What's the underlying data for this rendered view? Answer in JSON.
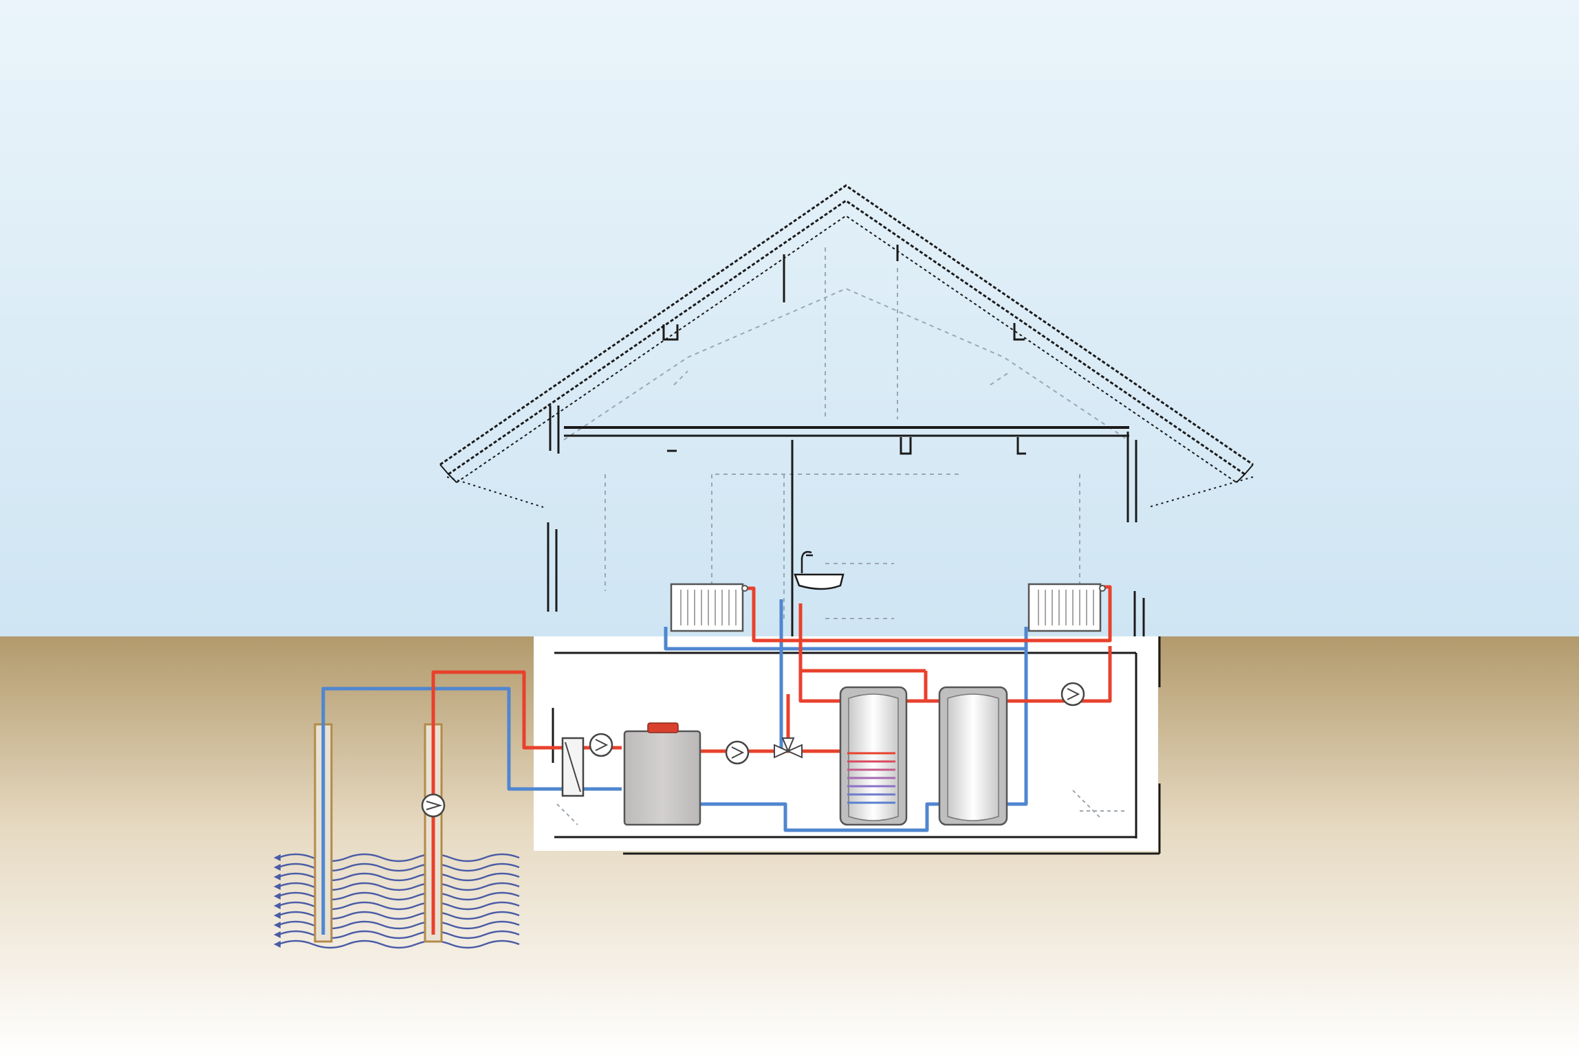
{
  "diagram": {
    "type": "ground-water heat pump heating system schematic",
    "components": [
      "house-outline",
      "roof",
      "attic-floor",
      "radiator-left",
      "radiator-right",
      "wash-basin-with-tap",
      "extraction-well",
      "injection-well",
      "submersible-well-pump",
      "groundwater-flow",
      "plate-heat-exchanger",
      "source-circulation-pump",
      "heat-pump-unit",
      "heat-pump-circulation-pump",
      "three-way-valve",
      "hot-water-tank-with-coil",
      "buffer-tank",
      "heating-circulation-pump"
    ]
  },
  "colors": {
    "sky_top": "#eaf4fa",
    "sky_bottom": "#cfe5f3",
    "ground_top": "#b29a6c",
    "ground_bottom": "#ffffff",
    "supply_pipe": "#e8412c",
    "return_pipe": "#4f86cf",
    "groundwater": "#4a5ca6",
    "well_casing": "#b38a4a",
    "heat_pump_body": "#cdcaca",
    "heat_pump_cap": "#d9412e",
    "outline": "#1a1a1a",
    "faint_outline": "#9aa7b0"
  }
}
